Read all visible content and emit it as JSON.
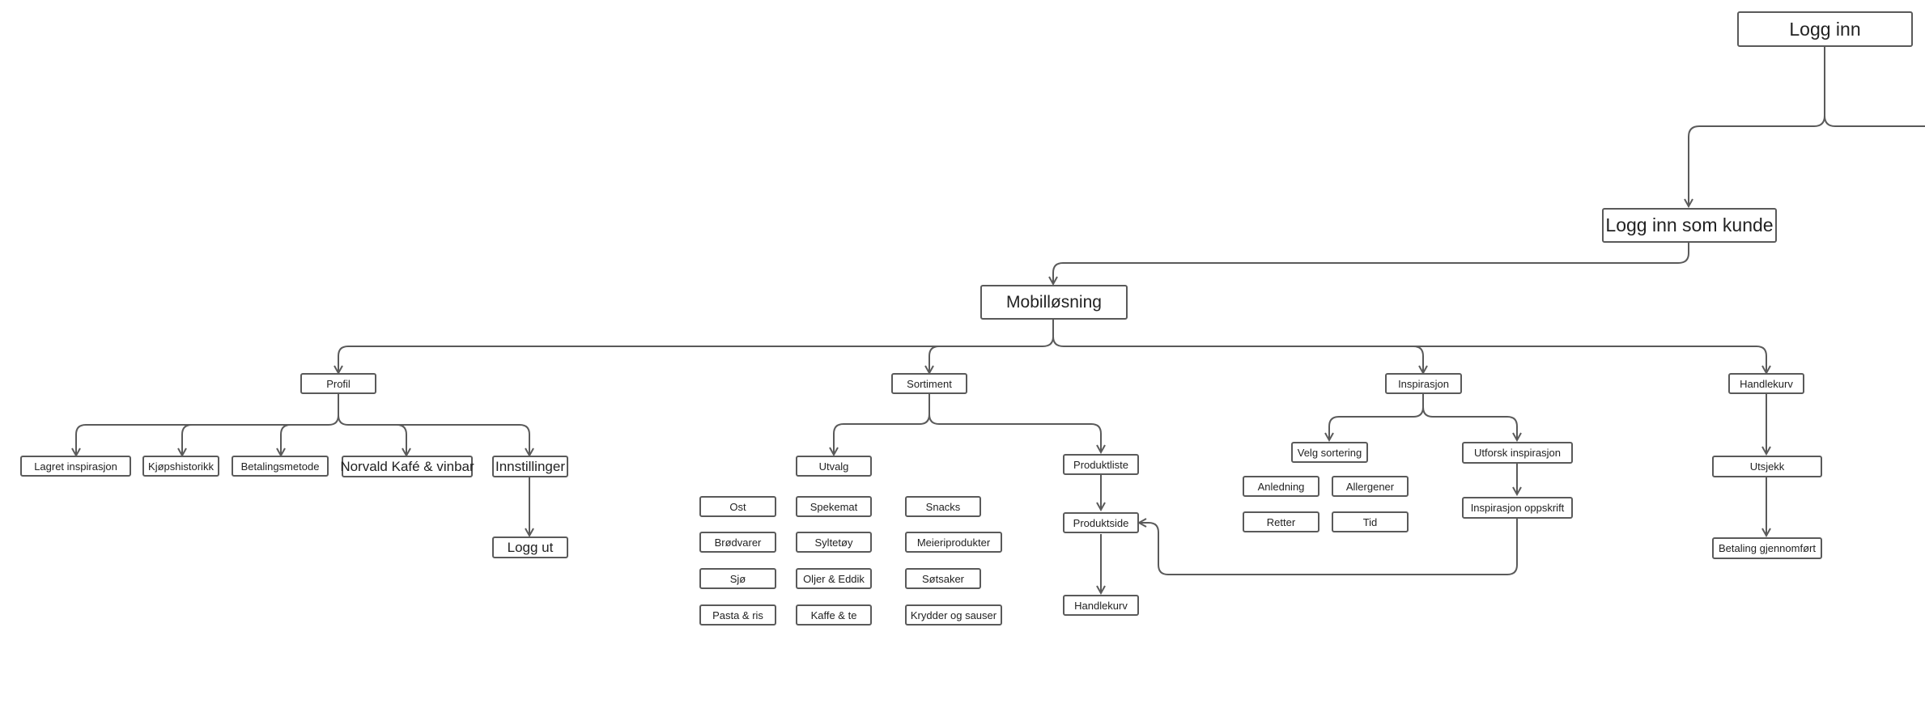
{
  "diagram": {
    "login": "Logg inn",
    "login_customer": "Logg inn som kunde",
    "mobile": "Mobilløsning",
    "profile": {
      "title": "Profil",
      "saved_inspiration": "Lagret inspirasjon",
      "purchase_history": "Kjøpshistorikk",
      "payment_method": "Betalingsmetode",
      "norvald": "Norvald Kafé & vinbar",
      "settings": "Innstillinger",
      "logout": "Logg ut"
    },
    "assortment": {
      "title": "Sortiment",
      "selection": "Utvalg",
      "categories": [
        "Ost",
        "Spekemat",
        "Snacks",
        "Brødvarer",
        "Syltetøy",
        "Meieriprodukter",
        "Sjø",
        "Oljer & Eddik",
        "Søtsaker",
        "Pasta & ris",
        "Kaffe & te",
        "Krydder og sauser"
      ],
      "product_list": "Produktliste",
      "product_page": "Produktside",
      "cart": "Handlekurv"
    },
    "inspiration": {
      "title": "Inspirasjon",
      "choose_sorting": "Velg sortering",
      "occasion": "Anledning",
      "allergens": "Allergener",
      "dishes": "Retter",
      "time": "Tid",
      "explore": "Utforsk inspirasjon",
      "recipe": "Inspirasjon oppskrift"
    },
    "cart": {
      "title": "Handlekurv",
      "checkout": "Utsjekk",
      "payment_done": "Betaling gjennomført"
    }
  }
}
